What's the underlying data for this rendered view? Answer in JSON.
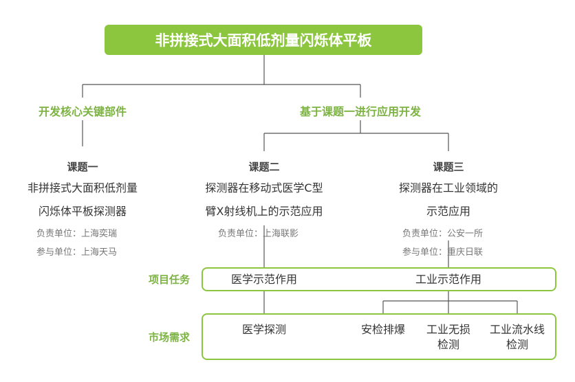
{
  "title": "非拼接式大面积低剂量闪烁体平板",
  "branches": {
    "left": "开发核心关键部件",
    "right": "基于课题一进行应用开发"
  },
  "topics": [
    {
      "title": "课题一",
      "desc_lines": [
        "非拼接式大面积低剂量",
        "闪烁体平板探测器"
      ],
      "units": [
        {
          "label": "负责单位：",
          "value": "上海奕瑞"
        },
        {
          "label": "参与单位：",
          "value": "上海天马"
        }
      ]
    },
    {
      "title": "课题二",
      "desc_lines": [
        "探测器在移动式医学C型",
        "臂X射线机上的示范应用"
      ],
      "units": [
        {
          "label": "负责单位：",
          "value": "上海联影"
        }
      ]
    },
    {
      "title": "课题三",
      "desc_lines": [
        "探测器在工业领域的",
        "示范应用"
      ],
      "units": [
        {
          "label": "负责单位：",
          "value": "公安一所"
        },
        {
          "label": "参与单位：",
          "value": "重庆日联"
        }
      ]
    }
  ],
  "project_tasks": {
    "label": "项目任务",
    "items": [
      "医学示范作用",
      "工业示范作用"
    ]
  },
  "market_demand": {
    "label": "市场需求",
    "items": [
      {
        "lines": [
          "医学探测"
        ]
      },
      {
        "lines": [
          "安检排爆"
        ]
      },
      {
        "lines": [
          "工业无损",
          "检测"
        ]
      },
      {
        "lines": [
          "工业流水线",
          "检测"
        ]
      }
    ]
  },
  "colors": {
    "accent": "#8cc63f",
    "accent_text": "#7cb342",
    "line": "#555555",
    "text": "#333333",
    "muted": "#777777"
  }
}
